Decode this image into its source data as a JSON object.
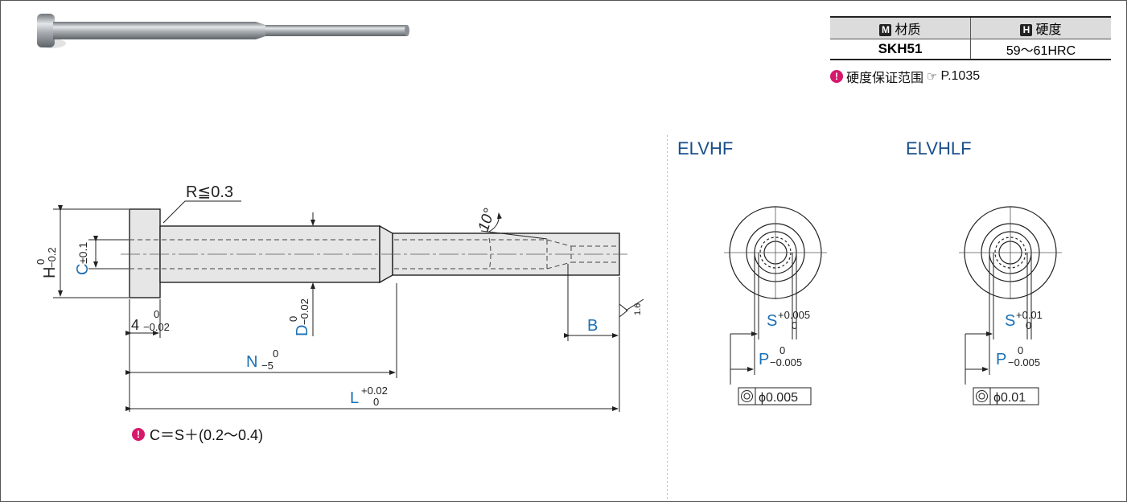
{
  "table": {
    "material_header": "材质",
    "material_badge": "M",
    "hardness_header": "硬度",
    "hardness_badge": "H",
    "material_value": "SKH51",
    "hardness_value": "59～61HRC"
  },
  "hardness_note": {
    "text": "硬度保证范围",
    "ref": "P.1035"
  },
  "dimensions": {
    "radius": "R≦0.3",
    "angle": "10°",
    "H": "H",
    "H_tol_up": "0",
    "H_tol_low": "−0.2",
    "C": "C",
    "C_tol": "±0.1",
    "head": "4",
    "head_tol_up": "0",
    "head_tol_low": "−0.02",
    "D": "D",
    "D_tol_up": "0",
    "D_tol_low": "−0.02",
    "N": "N",
    "N_tol_up": "0",
    "N_tol_low": "−5",
    "L": "L",
    "L_tol_up": "+0.02",
    "L_tol_low": "0",
    "B": "B",
    "roughness": "1.6"
  },
  "formula": {
    "text": "C＝S＋(0.2～0.4)"
  },
  "elvhf": {
    "title": "ELVHF",
    "S": "S",
    "S_tol_up": "+0.005",
    "S_tol_low": "0",
    "P": "P",
    "P_tol_up": "0",
    "P_tol_low": "−0.005",
    "concentricity": "ϕ0.005"
  },
  "elvhlf": {
    "title": "ELVHLF",
    "S": "S",
    "S_tol_up": "+0.01",
    "S_tol_low": "0",
    "P": "P",
    "P_tol_up": "0",
    "P_tol_low": "−0.005",
    "concentricity": "ϕ0.01"
  },
  "colors": {
    "accent_blue": "#1a6fb5",
    "title_blue": "#1a4f8a",
    "note_pink": "#d6186c"
  }
}
